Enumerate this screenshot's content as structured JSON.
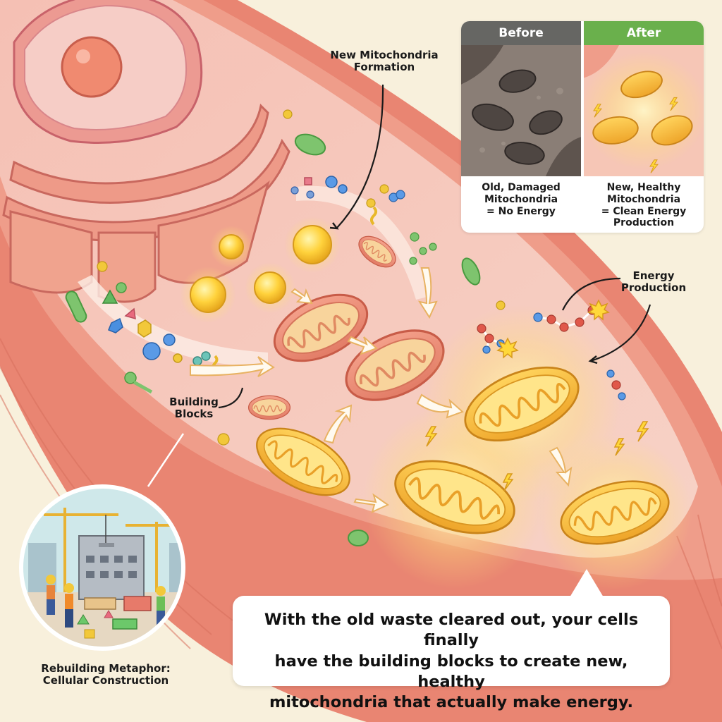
{
  "labels": {
    "new_mito_formation": [
      "New Mitochondria",
      "Formation"
    ],
    "energy_production": [
      "Energy",
      "Production"
    ],
    "building_blocks": [
      "Building",
      "Blocks"
    ],
    "metaphor": [
      "Rebuilding Metaphor:",
      "Cellular Construction"
    ]
  },
  "comparison": {
    "before": {
      "header": "Before",
      "header_color": "#666663",
      "caption": [
        "Old, Damaged",
        "Mitochondria",
        "= No Energy"
      ]
    },
    "after": {
      "header": "After",
      "header_color": "#6ab04c",
      "caption": [
        "New, Healthy",
        "Mitochondria",
        "= Clean Energy",
        "Production"
      ]
    }
  },
  "callout": {
    "lines": [
      "With the old waste cleared out, your cells finally",
      "have the building blocks to create new, healthy",
      "mitochondria that actually make energy."
    ]
  },
  "colors": {
    "background": "#f8f0dc",
    "membrane": "#e8806e",
    "cytoplasm": "#f6c9bd",
    "mito_healthy": "#f2b43a",
    "mito_forming": "#ec8f74",
    "text": "#1a1a1a"
  }
}
